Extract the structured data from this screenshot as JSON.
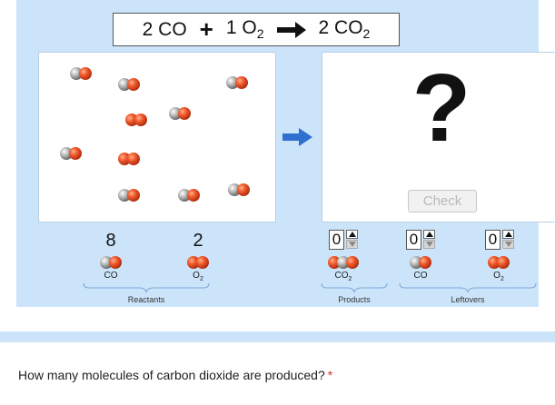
{
  "equation": {
    "reactant1": "2 CO",
    "plus": "+",
    "reactant2_coef": "1 O",
    "reactant2_sub": "2",
    "product_coef": "2 CO",
    "product_sub": "2"
  },
  "reactants": {
    "co": {
      "count": "8",
      "label": "CO"
    },
    "o2": {
      "count": "2",
      "label": "O",
      "label_sub": "2"
    },
    "group_label": "Reactants"
  },
  "products_panel": {
    "question_mark": "?",
    "check_label": "Check"
  },
  "spinners": {
    "products_co2": {
      "value": "0",
      "label": "CO",
      "label_sub": "2"
    },
    "leftover_co": {
      "value": "0",
      "label": "CO"
    },
    "leftover_o2": {
      "value": "0",
      "label": "O",
      "label_sub": "2"
    }
  },
  "group_labels": {
    "products": "Products",
    "leftovers": "Leftovers"
  },
  "question": {
    "text": "How many molecules of carbon dioxide are produced?",
    "required_marker": "*"
  },
  "colors": {
    "oxygen": "#ee4a1f",
    "carbon": "#9a9a9a",
    "arrow": "#2f6fd0",
    "background": "#cce4fa"
  },
  "icons": [
    "co-molecule-icon",
    "o2-molecule-icon",
    "co2-molecule-icon",
    "right-arrow-icon",
    "up-arrow-icon",
    "down-arrow-icon"
  ]
}
